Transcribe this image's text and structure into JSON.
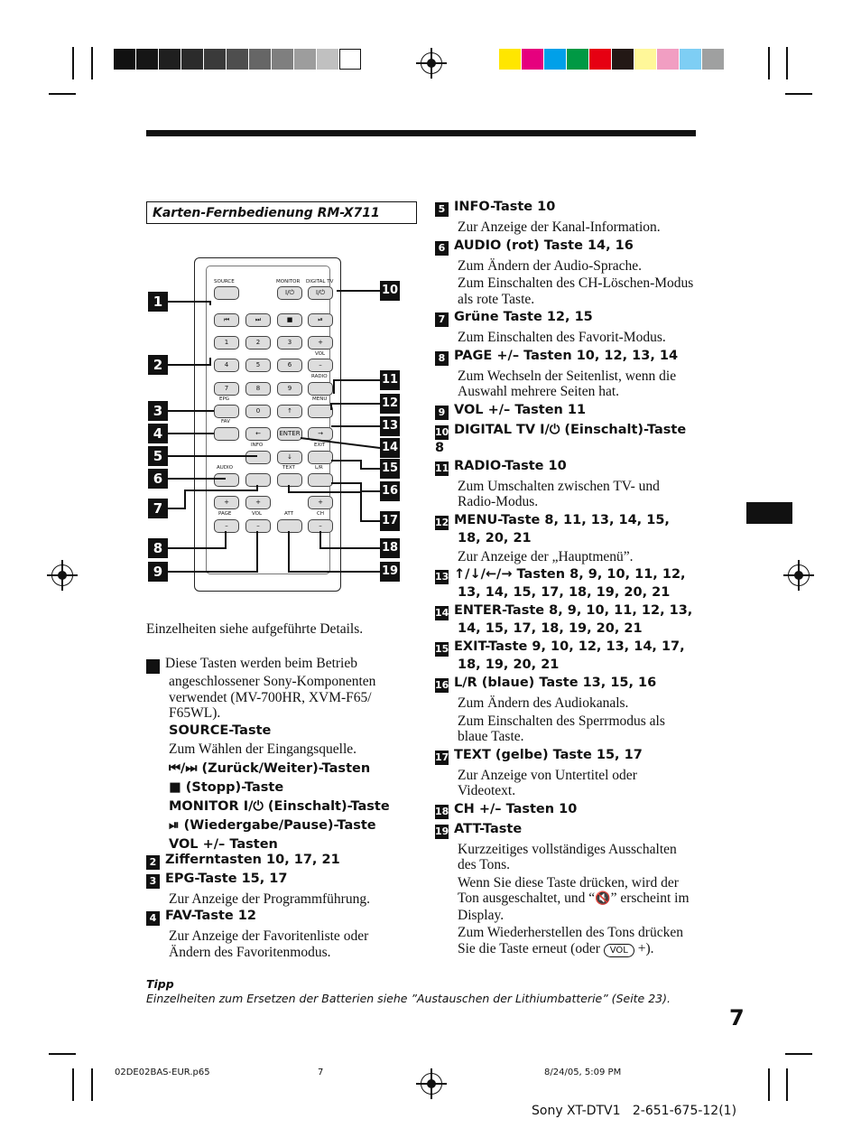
{
  "colors": {
    "gray_bar": [
      "#111111",
      "#161616",
      "#1f1f1f",
      "#2b2b2b",
      "#3a3a3a",
      "#4e4e4e",
      "#666666",
      "#7f7f7f",
      "#9d9d9d",
      "#c0c0c0",
      "#ffffff"
    ],
    "color_bar": [
      "#ffe600",
      "#e6007e",
      "#00a0e9",
      "#009944",
      "#e60012",
      "#231815",
      "#fff799",
      "#f19ec2",
      "#7ecef4",
      "#9fa0a0"
    ]
  },
  "section_title": "Karten-Fernbedienung RM-X711",
  "remote": {
    "labels": {
      "source": "SOURCE",
      "monitor": "MONITOR",
      "digital_tv": "DIGITAL TV",
      "vol": "VOL",
      "radio": "RADIO",
      "epg": "EPG",
      "menu": "MENU",
      "fav": "FAV",
      "info": "INFO",
      "exit": "EXIT",
      "audio": "AUDIO",
      "text": "TEXT",
      "lr": "L/R",
      "page": "PAGE",
      "vol2": "VOL",
      "att": "ATT",
      "ch": "CH"
    },
    "buttons": {
      "power": "I/⏻",
      "prev": "⏮",
      "next": "⏭",
      "stop": "■",
      "play": "⏯",
      "k1": "1",
      "k2": "2",
      "k3": "3",
      "k4": "4",
      "k5": "5",
      "k6": "6",
      "k7": "7",
      "k8": "8",
      "k9": "9",
      "k0": "0",
      "plus": "+",
      "minus": "–",
      "enter": "ENTER",
      "up": "↑",
      "down": "↓",
      "left": "←",
      "right": "→"
    },
    "callouts": [
      "1",
      "2",
      "3",
      "4",
      "5",
      "6",
      "7",
      "8",
      "9",
      "10",
      "11",
      "12",
      "13",
      "14",
      "15",
      "16",
      "17",
      "18",
      "19"
    ]
  },
  "intro": "Einzelheiten siehe aufgeführte Details.",
  "left_items": [
    {
      "n": "1",
      "desc": "Diese Tasten werden beim Betrieb angeschlossener Sony-Komponenten verwendet (MV-700HR, XVM-F65/ F65WL)."
    },
    {
      "sub_source": "SOURCE-Taste",
      "sub_source_desc": "Zum Wählen der Eingangsquelle.",
      "sub_prevnext": "⏮/⏭ (Zurück/Weiter)-Tasten",
      "sub_stop": "■ (Stopp)-Taste",
      "sub_monitor": "MONITOR I/⏻ (Einschalt)-Taste",
      "sub_play": "⏯ (Wiedergabe/Pause)-Taste",
      "sub_vol": "VOL +/– Tasten"
    },
    {
      "n": "2",
      "head": "Zifferntasten 10, 17, 21"
    },
    {
      "n": "3",
      "head": "EPG-Taste 15, 17",
      "desc": "Zur Anzeige der Programmführung."
    },
    {
      "n": "4",
      "head": "FAV-Taste 12",
      "desc": "Zur Anzeige der Favoritenliste oder Ändern des Favoritenmodus."
    }
  ],
  "right_items": [
    {
      "n": "5",
      "head": "INFO-Taste 10",
      "desc": "Zur Anzeige der Kanal-Information."
    },
    {
      "n": "6",
      "head": "AUDIO (rot) Taste 14, 16",
      "desc": "Zum Ändern der Audio-Sprache.",
      "desc2": "Zum Einschalten des CH-Löschen-Modus als rote Taste."
    },
    {
      "n": "7",
      "head": "Grüne Taste 12, 15",
      "desc": "Zum Einschalten des Favorit-Modus."
    },
    {
      "n": "8",
      "head": "PAGE +/– Tasten 10, 12, 13, 14",
      "desc": "Zum Wechseln der Seitenlist, wenn die Auswahl mehrere Seiten hat."
    },
    {
      "n": "9",
      "head": "VOL +/– Tasten 11"
    },
    {
      "n": "10",
      "head": "DIGITAL TV I/⏻ (Einschalt)-Taste 8"
    },
    {
      "n": "11",
      "head": "RADIO-Taste 10",
      "desc": "Zum Umschalten zwischen TV- und Radio-Modus."
    },
    {
      "n": "12",
      "head": "MENU-Taste 8, 11, 13, 14, 15, 18, 20, 21",
      "desc": "Zur Anzeige der „Hauptmenü”."
    },
    {
      "n": "13",
      "head": "↑/↓/←/→ Tasten 8, 9, 10, 11, 12, 13, 14, 15, 17, 18, 19, 20, 21"
    },
    {
      "n": "14",
      "head": "ENTER-Taste 8, 9, 10, 11, 12, 13, 14, 15, 17, 18, 19, 20, 21"
    },
    {
      "n": "15",
      "head": "EXIT-Taste 9, 10, 12, 13, 14, 17, 18, 19, 20, 21"
    },
    {
      "n": "16",
      "head": "L/R (blaue) Taste 13, 15, 16",
      "desc": "Zum Ändern des Audiokanals.",
      "desc2": "Zum Einschalten des Sperrmodus als blaue Taste."
    },
    {
      "n": "17",
      "head": "TEXT (gelbe) Taste 15, 17",
      "desc": "Zur Anzeige von Untertitel oder Videotext."
    },
    {
      "n": "18",
      "head": "CH +/– Tasten 10"
    },
    {
      "n": "19",
      "head": "ATT-Taste",
      "desc": "Kurzzeitiges vollständiges Ausschalten des Tons.",
      "desc2a": "Wenn Sie diese Taste drücken, wird der Ton ausgeschaltet, und “",
      "desc2_icon": "🔇",
      "desc2b": "” erscheint im Display.",
      "desc3a": "Zum Wiederherstellen des Tons drücken Sie die Taste erneut (oder ",
      "desc3_btn": "VOL",
      "desc3b": " +)."
    }
  ],
  "tip": {
    "label": "Tipp",
    "text": "Einzelheiten zum Ersetzen der Batterien siehe ”Austauschen der Lithiumbatterie” (Seite 23)."
  },
  "page_number": "7",
  "footer": {
    "file": "02DE02BAS-EUR.p65",
    "page": "7",
    "date": "8/24/05, 5:09 PM",
    "model": "Sony XT-DTV1   2-651-675-12(1)"
  }
}
